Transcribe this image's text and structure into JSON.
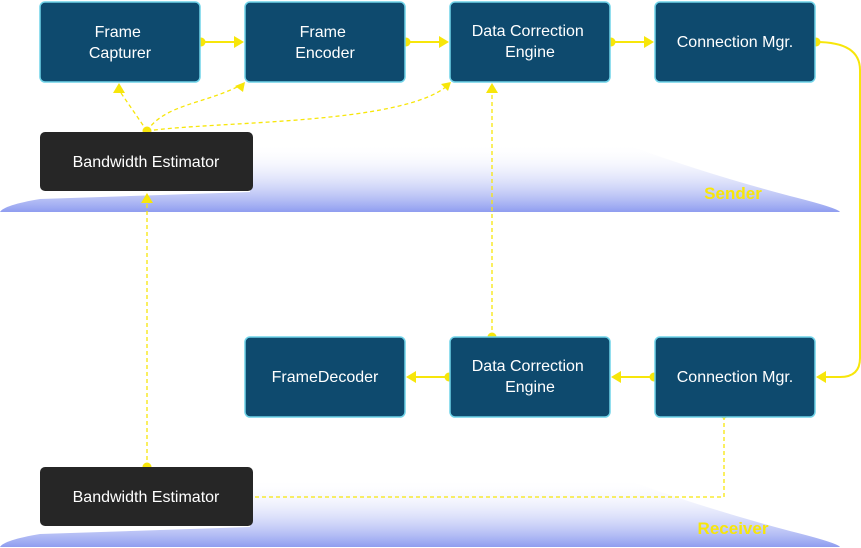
{
  "colors": {
    "box_fill": "#0e4a6e",
    "box_stroke": "#6fd3e8",
    "dark_box": "#262626",
    "accent": "#f7e60a",
    "stage_top": "#ffffff",
    "stage_bottom": "#8f9df0",
    "label": "#f7e60a",
    "box_text": "#ffffff"
  },
  "sender": {
    "stage_label": "Sender",
    "frame_capturer": [
      "Frame",
      "Capturer"
    ],
    "frame_encoder": [
      "Frame",
      "Encoder"
    ],
    "data_correction": [
      "Data Correction",
      "Engine"
    ],
    "connection_mgr": [
      "Connection Mgr."
    ],
    "bandwidth_estimator": [
      "Bandwidth Estimator"
    ]
  },
  "receiver": {
    "stage_label": "Receiver",
    "frame_decoder": [
      "FrameDecoder"
    ],
    "data_correction": [
      "Data Correction",
      "Engine"
    ],
    "connection_mgr": [
      "Connection Mgr."
    ],
    "bandwidth_estimator": [
      "Bandwidth Estimator"
    ]
  }
}
